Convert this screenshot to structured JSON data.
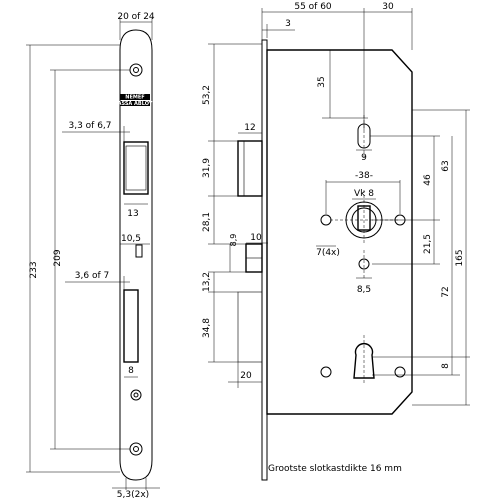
{
  "front_view": {
    "dim_width": "20 of 24",
    "dim_total_height": "233",
    "dim_screw_pitch": "209",
    "dim_latch_offset": "3,3 of 6,7",
    "dim_latch_width": "13",
    "dim_deadbolt_small": "10,5",
    "dim_bolt_offset": "3,6 of 7",
    "dim_bolt_width": "8",
    "dim_screw_hole": "5,3(2x)",
    "brand_text": "NEMEF",
    "brand_subtext": "ASSA ABLOY"
  },
  "side_view": {
    "dim_backset": "55 of 60",
    "dim_30": "30",
    "dim_3": "3",
    "dim_35": "35",
    "dim_53_2": "53,2",
    "dim_12": "12",
    "dim_31_9": "31,9",
    "dim_28_1": "28,1",
    "dim_8_9": "8,9",
    "dim_10": "10",
    "dim_13_2": "13,2",
    "dim_34_8": "34,8",
    "dim_20": "20",
    "dim_9": "9",
    "dim_38": "-38-",
    "dim_vk8": "Vk 8",
    "dim_7_4x": "7(4x)",
    "dim_8_5": "8,5",
    "dim_46": "46",
    "dim_63": "63",
    "dim_21_5": "21,5",
    "dim_72": "72",
    "dim_165": "165",
    "dim_8": "8",
    "note": "Grootste slotkastdikte 16 mm"
  }
}
